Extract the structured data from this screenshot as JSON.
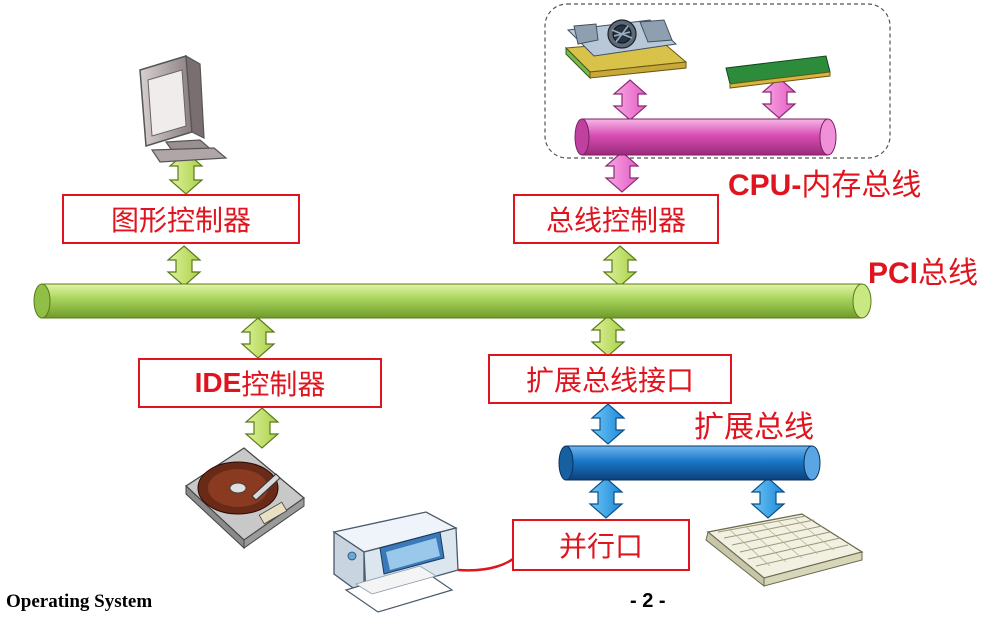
{
  "boxes": {
    "graphics_controller": "图形控制器",
    "bus_controller": "总线控制器",
    "ide_controller_prefix": "IDE",
    "ide_controller_suffix": "控制器",
    "expansion_bus_interface": "扩展总线接口",
    "parallel_port": "并行口"
  },
  "bus_labels": {
    "cpu_memory_prefix": "CPU-",
    "cpu_memory_suffix": "内存总线",
    "pci_prefix": "PCI",
    "pci_suffix": "总线",
    "expansion": "扩展总线"
  },
  "footer": {
    "course": "Operating System",
    "page": "- 2 -"
  },
  "colors": {
    "box_border": "#e0141e",
    "text_red": "#e0141e",
    "pci_bus": "#a6d35a",
    "cpu_memory_bus": "#d94fb4",
    "expansion_bus": "#1a78c8",
    "arrow_green": "#c8e86a",
    "arrow_pink": "#ef7ad0",
    "arrow_blue": "#2ea0e8"
  },
  "icons": [
    "monitor-icon",
    "cpu-icon",
    "memory-module-icon",
    "hard-disk-icon",
    "printer-icon",
    "keyboard-icon"
  ]
}
